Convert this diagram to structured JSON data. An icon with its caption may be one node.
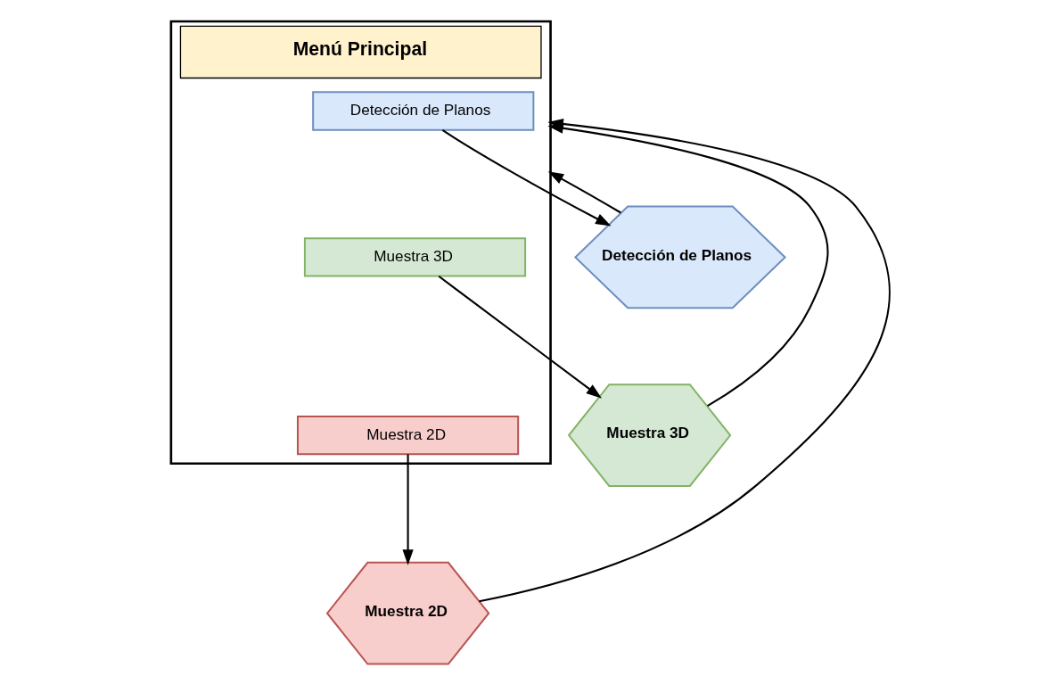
{
  "diagram": {
    "nodes": [
      {
        "text": [
          "Menú Principal"
        ]
      },
      {
        "text": [
          "Detección de Planos"
        ],
        "in": 0
      },
      {
        "text": [
          "Muestra 3D"
        ],
        "in": 0
      },
      {
        "text": [
          "Muestra 2D"
        ],
        "in": 0
      },
      {
        "text": [
          "Detección de Planos"
        ]
      },
      {
        "text": [
          "Muestra 3D"
        ]
      },
      {
        "text": [
          "Muestra 2D"
        ]
      }
    ],
    "edges": [
      {
        "from": 1,
        "to": 4,
        "arrow": "to"
      },
      {
        "from": 2,
        "to": 5,
        "arrow": "to"
      },
      {
        "from": 3,
        "to": 6,
        "arrow": "to"
      },
      {
        "from": 4,
        "to": 0,
        "arrow": "to"
      },
      {
        "from": 5,
        "to": 0,
        "arrow": "to"
      },
      {
        "from": 6,
        "to": 0,
        "arrow": "to"
      }
    ]
  }
}
